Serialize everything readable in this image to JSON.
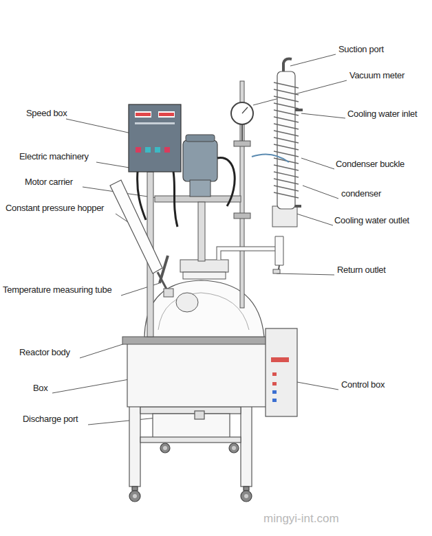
{
  "diagram": {
    "labels": [
      "Suction port",
      "Vacuum meter",
      "Cooling water inlet",
      "Speed box",
      "Electric machinery",
      "Condenser buckle",
      "Motor carrier",
      "condenser",
      "Constant pressure hopper",
      "Cooling water outlet",
      "Return outlet",
      "Temperature measuring tube",
      "Reactor body",
      "Box",
      "Control box",
      "Discharge port",
      "mingyi-int.com"
    ]
  }
}
